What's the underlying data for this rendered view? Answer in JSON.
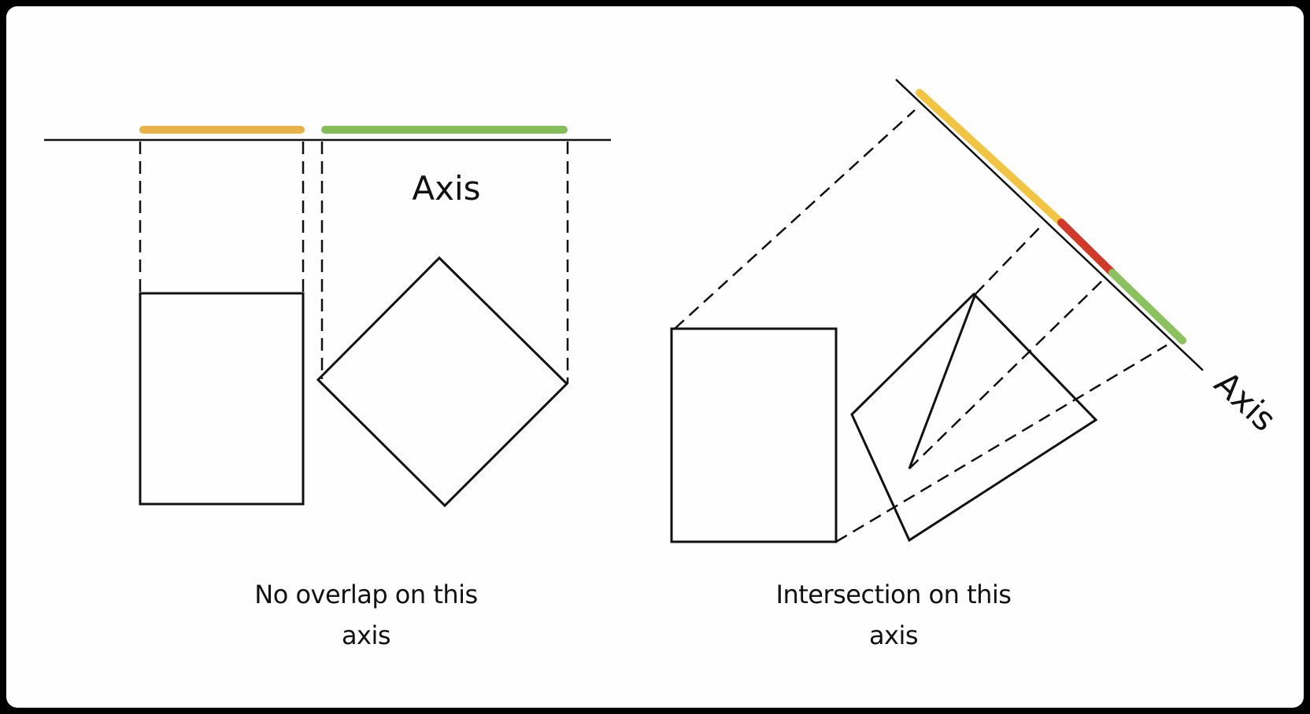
{
  "left_panel": {
    "axis_label": "Axis",
    "caption_line1": "No overlap on this",
    "caption_line2": "axis",
    "projection_colors": {
      "square": "#e8b24a",
      "diamond": "#84bd5a"
    }
  },
  "right_panel": {
    "axis_label": "Axis",
    "caption_line1": "Intersection on this",
    "caption_line2": "axis",
    "projection_colors": {
      "square": "#f2c443",
      "overlap": "#d03a2a",
      "diamond": "#8cc160"
    }
  },
  "colors": {
    "background": "#fefefe",
    "frame": "#000000",
    "stroke": "#111111"
  }
}
